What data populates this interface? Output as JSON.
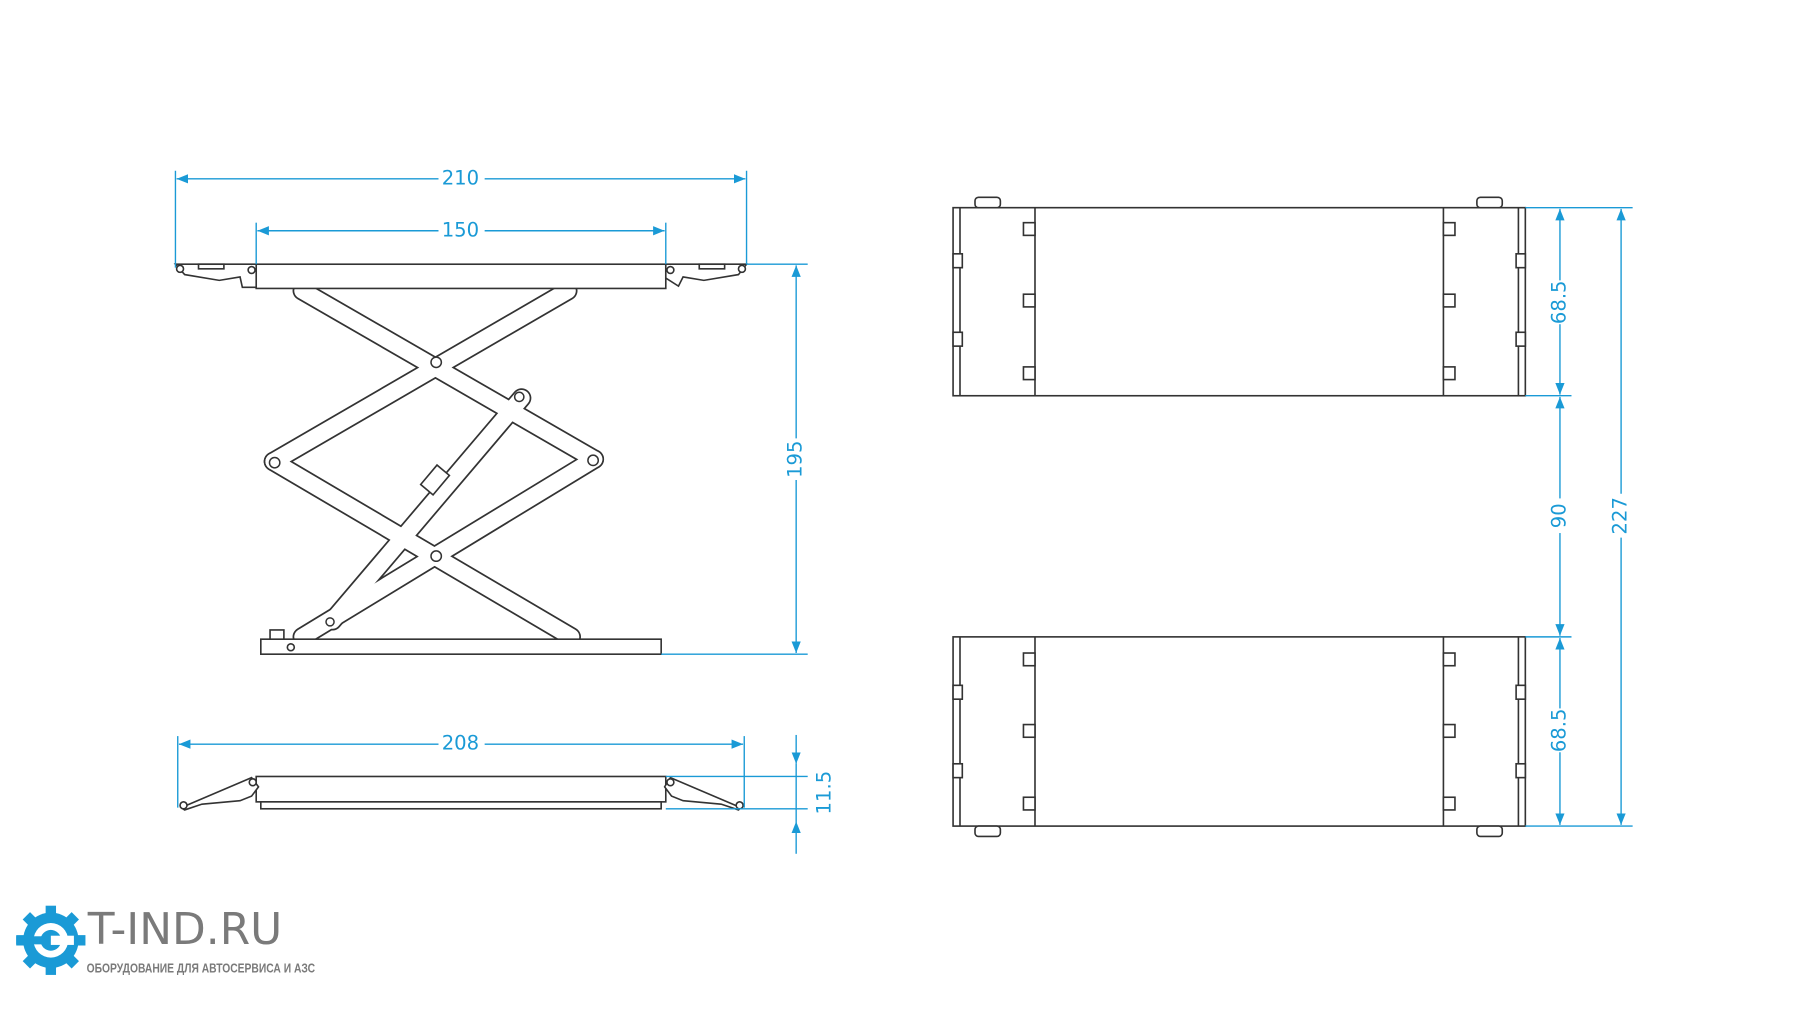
{
  "drawing": {
    "side_view": {
      "overall_width": "210",
      "platform_width": "150",
      "max_height": "195"
    },
    "lowered_view": {
      "overall_width": "208",
      "min_height": "11.5"
    },
    "top_view": {
      "platform_depth_upper": "68.5",
      "gap_between": "90",
      "platform_depth_lower": "68.5",
      "overall_depth": "227"
    }
  },
  "logo": {
    "name": "T-IND.RU",
    "tagline": "ОБОРУДОВАНИЕ ДЛЯ АВТОСЕРВИСА И АЗС"
  },
  "colors": {
    "dimension": "#1a9ad6",
    "line": "#333333",
    "logo_gray": "#7a7a7a"
  }
}
